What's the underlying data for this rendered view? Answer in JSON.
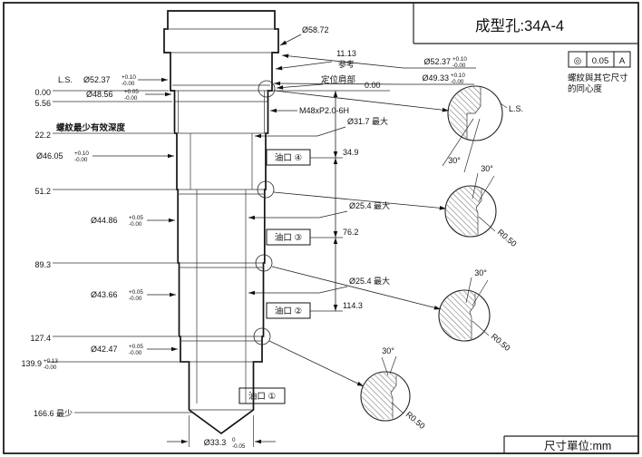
{
  "colors": {
    "ink": "#111111",
    "paper": "#ffffff"
  },
  "title": "成型孔:34A-4",
  "units": "尺寸單位:mm",
  "fcf": {
    "symbol": "◎",
    "tol": "0.05",
    "datum": "A",
    "note1": "螺紋與其它尺寸",
    "note2": "的同心度"
  },
  "top": {
    "d5872": "Ø58.72",
    "ref_value": "11.13",
    "ref_word": "参考",
    "rd1": {
      "v": "Ø52.37",
      "tp": "+0.10",
      "tb": "-0.00"
    },
    "rd2": {
      "v": "Ø49.33",
      "tp": "+0.10",
      "tb": "-0.00"
    }
  },
  "left": {
    "ls": "L.S.",
    "d5237": {
      "v": "Ø52.37",
      "tp": "+0.10",
      "tb": "-0.00"
    },
    "zero": "0.00",
    "d4856": {
      "v": "Ø48.56",
      "tp": "+0.05",
      "tb": "-0.00"
    },
    "l556": "5.56",
    "thread_note": "螺紋最少有效深度",
    "l222": "22.2",
    "d4605": {
      "v": "Ø46.05",
      "tp": "+0.10",
      "tb": "-0.00"
    },
    "l512": "51.2",
    "d4486": {
      "v": "Ø44.86",
      "tp": "+0.05",
      "tb": "-0.00"
    },
    "l893": "89.3",
    "d4366": {
      "v": "Ø43.66",
      "tp": "+0.05",
      "tb": "-0.00"
    },
    "l1274": "127.4",
    "d4247": {
      "v": "Ø42.47",
      "tp": "+0.05",
      "tb": "-0.00"
    },
    "l1399": {
      "v": "139.9",
      "tp": "+0.13",
      "tb": "-0.00"
    },
    "l1666": "166.6 最少"
  },
  "bottom": {
    "d333": {
      "v": "Ø33.3",
      "tp": "0",
      "tb": "-0.05"
    }
  },
  "center": {
    "thread": "M48xP2.0-6H",
    "shoulder": "定位肩部",
    "shoulder_zero": "0.00",
    "d317": "Ø31.7 最大",
    "d254": "Ø25.4 最大",
    "oil4": "油口 ④",
    "oil3": "油口 ③",
    "oil2": "油口 ②",
    "oil1": "油口 ①",
    "l349": "34.9",
    "l762": "76.2",
    "l1143": "114.3"
  },
  "details": {
    "ls": "L.S.",
    "angle": "30°",
    "radius": "R0.50"
  }
}
